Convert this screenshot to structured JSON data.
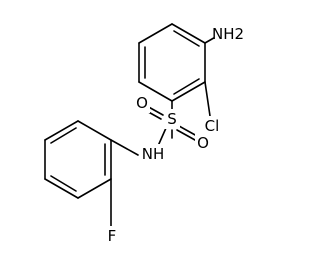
{
  "molecule": {
    "atoms": {
      "amino_group": "NH2",
      "chlorine": "Cl",
      "sulfur": "S",
      "oxygen_upper": "O",
      "oxygen_lower": "O",
      "amide_nh": "NH",
      "fluorine": "F"
    }
  }
}
